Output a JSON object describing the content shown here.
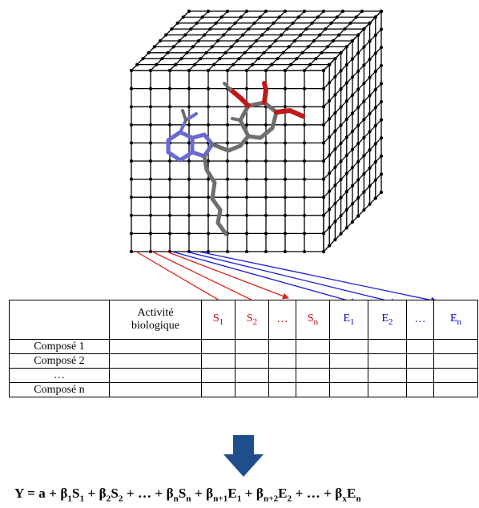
{
  "table": {
    "header_activity": [
      "Activité",
      "biologique"
    ],
    "descriptor_cols": [
      {
        "base": "S",
        "sub": "1",
        "color": "red"
      },
      {
        "base": "S",
        "sub": "2",
        "color": "red"
      },
      {
        "base": "…",
        "sub": "",
        "color": "red"
      },
      {
        "base": "S",
        "sub": "n",
        "color": "red"
      },
      {
        "base": "E",
        "sub": "1",
        "color": "blue"
      },
      {
        "base": "E",
        "sub": "2",
        "color": "blue"
      },
      {
        "base": "…",
        "sub": "",
        "color": "blue"
      },
      {
        "base": "E",
        "sub": "n",
        "color": "blue"
      }
    ],
    "rows": [
      "Composé 1",
      "Composé 2",
      "…",
      "Composé n"
    ]
  },
  "equation": [
    {
      "t": "Y = a + β"
    },
    {
      "s": "1"
    },
    {
      "t": "S"
    },
    {
      "s": "1"
    },
    {
      "t": " + β"
    },
    {
      "s": "2"
    },
    {
      "t": "S"
    },
    {
      "s": "2"
    },
    {
      "t": " + … + β"
    },
    {
      "s": "n"
    },
    {
      "t": "S"
    },
    {
      "s": "n"
    },
    {
      "t": " + β"
    },
    {
      "s": "n+1"
    },
    {
      "t": "E"
    },
    {
      "s": "1"
    },
    {
      "t": " + β"
    },
    {
      "s": "n+2"
    },
    {
      "t": "E"
    },
    {
      "s": "2"
    },
    {
      "t": " + … + β"
    },
    {
      "s": "x"
    },
    {
      "t": "E"
    },
    {
      "s": "n"
    }
  ],
  "colors": {
    "steric_arrows": "#e02020",
    "electrostatic_arrows": "#1a1adb",
    "down_arrow": "#1f4e8c",
    "molecule_carbon": "#6e6e6e",
    "molecule_nitrogen": "#6a6ad0",
    "molecule_oxygen": "#c01818"
  }
}
